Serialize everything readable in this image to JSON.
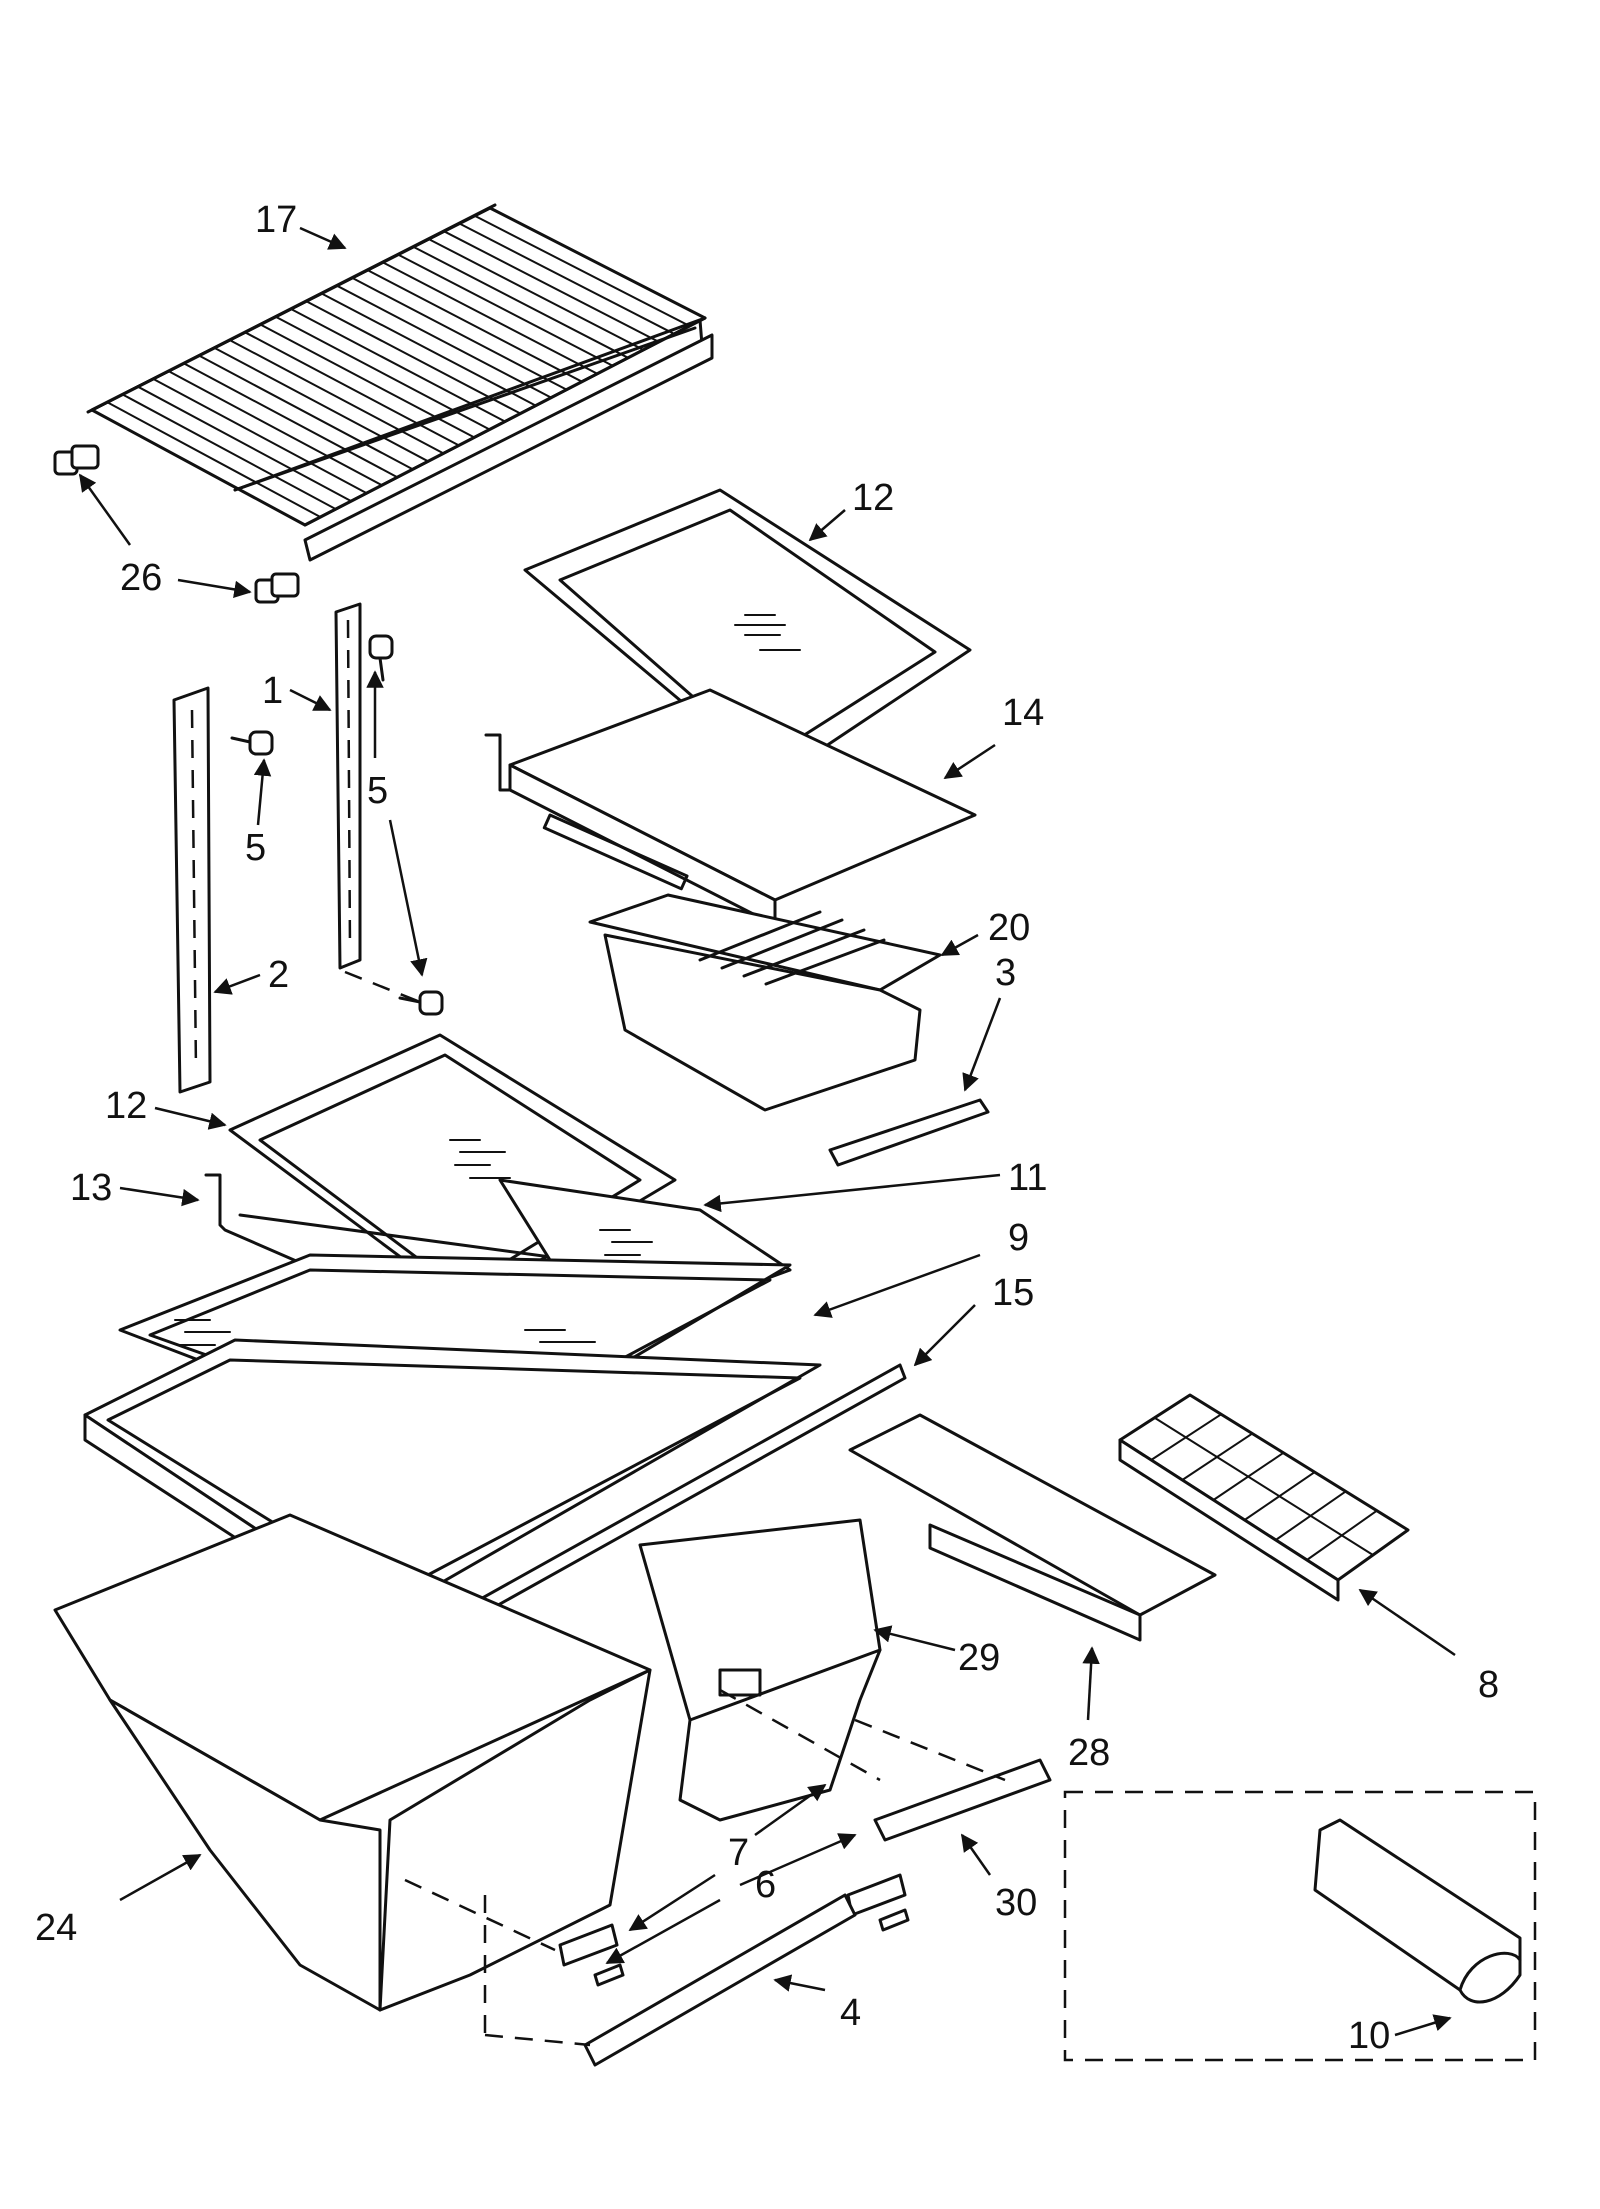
{
  "callouts": [
    "17",
    "26",
    "12",
    "14",
    "1",
    "5",
    "5",
    "2",
    "20",
    "3",
    "12",
    "13",
    "11",
    "9",
    "15",
    "8",
    "29",
    "28",
    "24",
    "7",
    "6",
    "30",
    "4",
    "10"
  ]
}
